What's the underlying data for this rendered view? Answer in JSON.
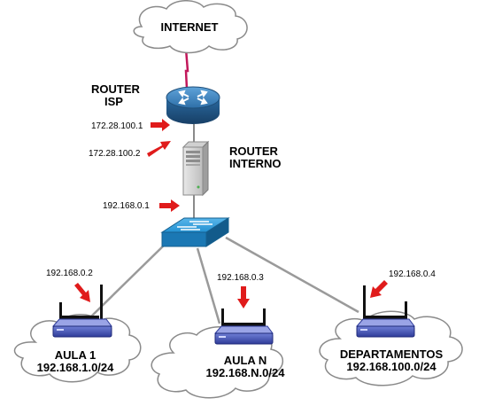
{
  "internet": {
    "label": "INTERNET"
  },
  "isp_router": {
    "label_line1": "ROUTER",
    "label_line2": "ISP",
    "ip_upper": "172.28.100.1"
  },
  "internal_router": {
    "label_line1": "ROUTER",
    "label_line2": "INTERNO",
    "ip_wan": "172.28.100.2",
    "ip_lan": "192.168.0.1"
  },
  "networks": [
    {
      "gateway_ip": "192.168.0.2",
      "name": "AULA 1",
      "subnet": "192.168.1.0/24"
    },
    {
      "gateway_ip": "192.168.0.3",
      "name": "AULA N",
      "subnet": "192.168.N.0/24"
    },
    {
      "gateway_ip": "192.168.0.4",
      "name": "DEPARTAMENTOS",
      "subnet": "192.168.100.0/24"
    }
  ],
  "colors": {
    "arrow": "#e01b1b",
    "link": "#9a9a9a",
    "wan_link": "#c2185b",
    "router_blue": "#2f6da6",
    "switch_blue": "#1f86c8",
    "ap_blue": "#3949ab"
  },
  "icons": [
    "cloud-icon",
    "router-icon",
    "server-icon",
    "switch-icon",
    "wireless-ap-icon",
    "arrow-icon"
  ]
}
